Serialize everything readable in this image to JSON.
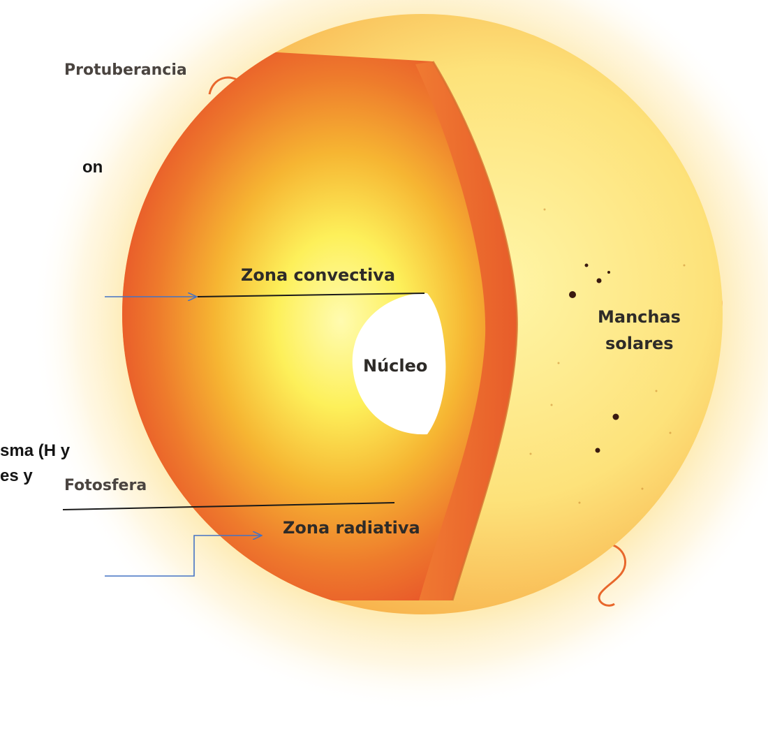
{
  "diagram": {
    "labels": {
      "protuberancia": "Protuberancia",
      "zona_convectiva": "Zona convectiva",
      "nucleo": "Núcleo",
      "manchas_line1": "Manchas",
      "manchas_line2": "solares",
      "zona_radiativa": "Zona radiativa",
      "fotosfera": "Fotosfera"
    },
    "side_text_fragments": {
      "frag1": "on",
      "frag2": "sma (H y",
      "frag3": "es y"
    },
    "colors": {
      "outer_layer": "#e8552a",
      "mid_layer": "#f4a030",
      "inner_glow": "#fdf05a",
      "core": "#ffffff",
      "surface": "#fce27a",
      "arrow": "#4472c4",
      "leader_line": "#1a1a1a"
    }
  }
}
